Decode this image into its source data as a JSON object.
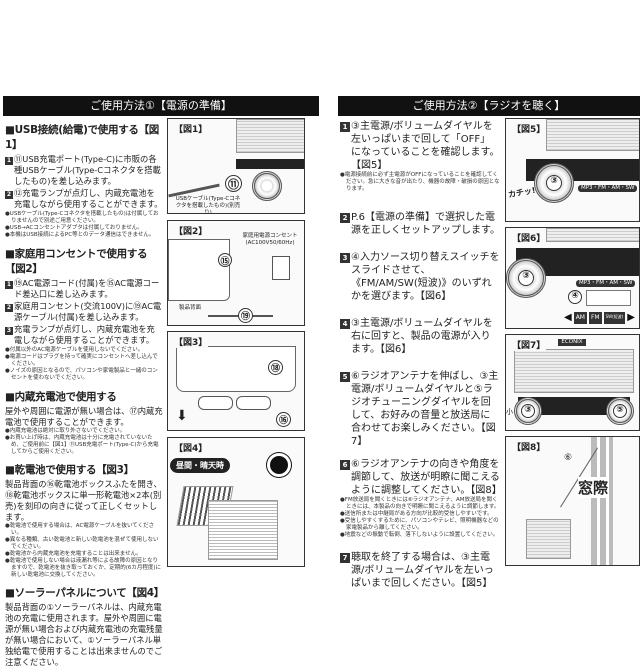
{
  "left": {
    "header": "ご使用方法①【電源の準備】",
    "usb": {
      "heading": "■USB接続(給電)で使用する【図1】",
      "steps": [
        "⑪USB充電ポート(Type-C)に市販の各種USBケーブル(Type-Cコネクタを搭載したもの)を差し込みます。",
        "⑫充電ランプが点灯し、内蔵充電池を充電しながら使用することができます。"
      ],
      "notes": [
        "●USBケーブル(Type-Cコネクタを搭載したもの)は付属しておりませんので別途ご用意ください。",
        "●USB→ACコンセントアダプタは付属しておりません。",
        "●本機はUSB接続によるPC等とのデータ通信はできません。"
      ]
    },
    "ac": {
      "heading": "■家庭用コンセントで使用する【図2】",
      "steps": [
        "⑲AC電源コード(付属)を⑮AC電源コード差込口に差し込みます。",
        "家庭用コンセント(交流100V)に⑲AC電源ケーブル(付属)を差し込みます。",
        "充電ランプが点灯し、内蔵充電池を充電しながら使用することができます。"
      ],
      "notes": [
        "●付属以外のAC電源ケーブルを使用しないでください。",
        "●電源コードはプラグを持って確実にコンセントへ差し込んでください。",
        "●ノイズの原因となるので、パソコンや家電製品と一緒のコンセントを使わないでください。"
      ]
    },
    "internal": {
      "heading": "■内蔵充電池で使用する",
      "body": "屋外や周囲に電源が無い場合は、⑰内蔵充電池で使用することができます。",
      "notes": [
        "●内蔵充電池は絶対に取り外さないでください。",
        "●お買い上げ時は、内蔵充電池は十分に充電されていないため、ご使用前に【図1】⑪USB充電ポート(Type-C)から充電してからご使用ください。"
      ]
    },
    "battery": {
      "heading": "■乾電池で使用する【図3】",
      "body": "製品背面の⑯乾電池ボックスふたを開き、⑱乾電池ボックスに単一形乾電池×2本(別売)を刻印の向きに従って正しくセットします。",
      "notes": [
        "●乾電池で使用する場合は、AC電源ケーブルを抜いてください。",
        "●異なる種類、古い乾電池と新しい乾電池を混ぜて使用しないでください。",
        "●乾電池から内蔵充電池を充電することは出来ません。",
        "●乾電池で使用しない場合は液漏れ等による故障の原因となりますので、乾電池を抜き取っておくか、定期的(6カ月程度)に新しい乾電池に交換してください。"
      ]
    },
    "solar": {
      "heading": "■ソーラーパネルについて【図4】",
      "body": "製品背面の①ソーラーパネルは、内蔵充電池の充電に使用されます。屋外や周囲に電源が無い場合および内蔵充電池の充電残量が無い場合において、①ソーラーパネル単独給電で使用することは出来ませんのでご注意ください。"
    },
    "figs": {
      "f1": "【図1】",
      "f1_num": "⑪",
      "f1_caption": "USBケーブル(Type-Cコネクタを搭載したもの)(別売り)",
      "f2": "【図2】",
      "f2_outlet": "家庭用電源コンセント(AC100V50/60Hz)",
      "f2_num15": "⑮",
      "f2_num19": "⑲",
      "f2_back": "製品背面",
      "f3": "【図3】",
      "f3_num18": "⑱",
      "f3_num16": "⑯",
      "f4": "【図4】",
      "f4_badge": "昼間・晴天時"
    }
  },
  "right": {
    "header": "ご使用方法②【ラジオを聴く】",
    "steps": [
      {
        "n": "1",
        "text": "③主電源/ボリュームダイヤルを左いっぱいまで回して「OFF」になっていることを確認します。【図5】",
        "notes": [
          "●電源接続前に必ず主電源がOFFになっていることを確認してください。急に大きな音が出たり、機器の故障・破損の原因となります。"
        ]
      },
      {
        "n": "2",
        "text": "P.6【電源の準備】で選択した電源を正しくセットアップします。",
        "notes": []
      },
      {
        "n": "3",
        "text": "④入力ソース切り替えスイッチをスライドさせて、《FM/AM/SW(短波)》のいずれかを選びます。【図6】",
        "notes": []
      },
      {
        "n": "4",
        "text": "③主電源/ボリュームダイヤルを右に回すと、製品の電源が入ります。【図6】",
        "notes": []
      },
      {
        "n": "5",
        "text": "⑥ラジオアンテナを伸ばし、③主電源/ボリュームダイヤルと⑤ラジオチューニングダイヤルを回して、お好みの音量と放送局に合わせてお楽しみください。【図7】",
        "notes": []
      },
      {
        "n": "6",
        "text": "⑥ラジオアンテナの向きや角度を調節して、放送が明瞭に聞こえるように調整してください。【図8】",
        "notes": [
          "●FM放送局を聞くときには⑥ラジオアンテナ、AM放送局を聞くときには、本製品の向きで明瞭に聞こえるように調節します。",
          "●送信所または中継局がある方向が比較的受信しやすいです。",
          "●受信しやすくするために、パソコンやテレビ、照明機器などの家電製品から離してください。",
          "●地震などの振動で転倒、落下しないように設置してください。"
        ]
      },
      {
        "n": "7",
        "text": "聴取を終了する場合は、③主電源/ボリュームダイヤルを左いっぱいまで回しください。【図5】",
        "notes": []
      }
    ],
    "figs": {
      "f5": "【図5】",
      "f5_click": "カチッ!",
      "f5_num": "③",
      "band_label": "MP3・FM・AM・SW",
      "f6": "【図6】",
      "f6_num3": "③",
      "f6_num4": "④",
      "f6_am": "AM",
      "f6_fm": "FM",
      "f6_sw": "SW(短波)",
      "f7": "【図7】",
      "f7_brand": "ECONIX",
      "f7_small": "小",
      "f7_large": "大",
      "f7_num3": "③",
      "f7_num5": "⑤",
      "f8": "【図8】",
      "f8_num": "⑥",
      "f8_window": "窓際"
    }
  }
}
